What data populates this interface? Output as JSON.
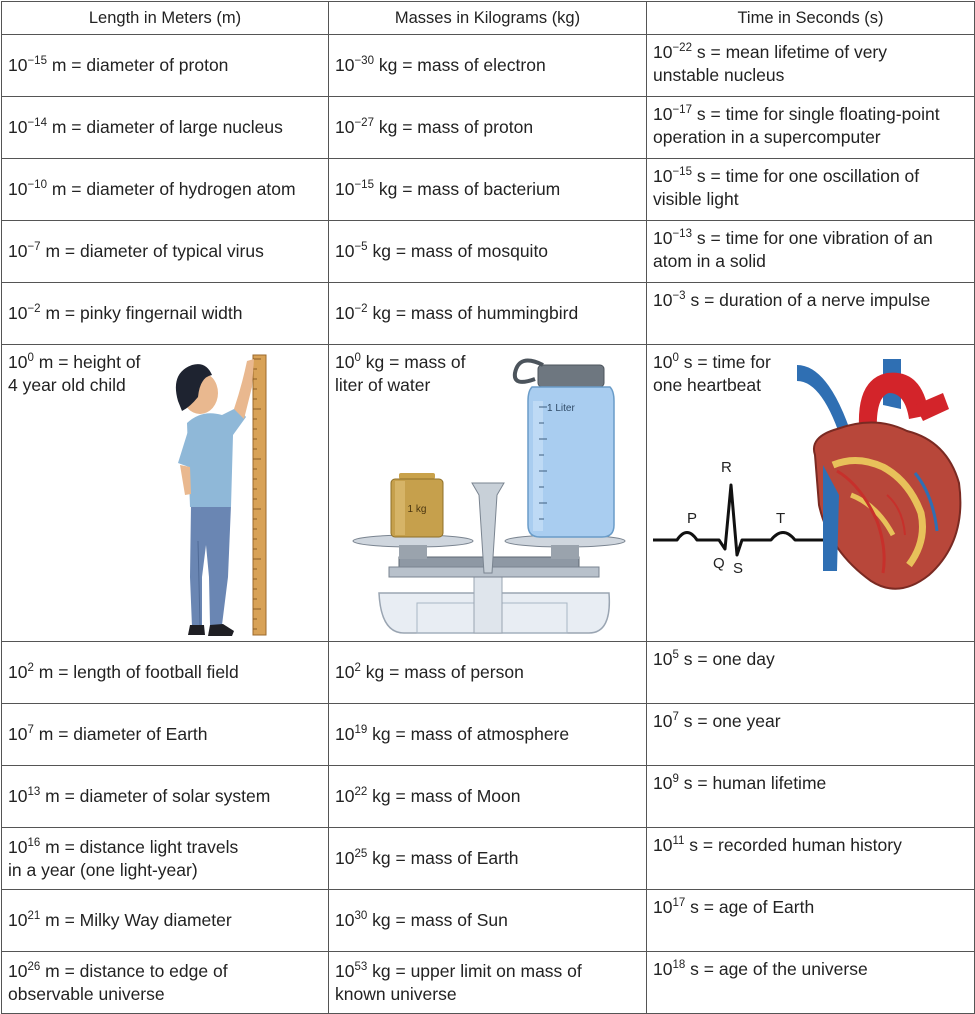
{
  "headers": {
    "length": "Length in Meters (m)",
    "mass": "Masses in Kilograms (kg)",
    "time": "Time in Seconds (s)"
  },
  "rows": [
    {
      "len": {
        "exp": "−15",
        "unit": "m",
        "text": "diameter of proton"
      },
      "mass": {
        "exp": "−30",
        "unit": "kg",
        "text": "mass of electron"
      },
      "time": {
        "exp": "−22",
        "unit": "s",
        "text": "mean lifetime of very",
        "text2": "unstable nucleus"
      }
    },
    {
      "len": {
        "exp": "−14",
        "unit": "m",
        "text": "diameter of large nucleus"
      },
      "mass": {
        "exp": "−27",
        "unit": "kg",
        "text": "mass of proton"
      },
      "time": {
        "exp": "−17",
        "unit": "s",
        "text": "time for single floating-point",
        "text2": "operation in a supercomputer"
      }
    },
    {
      "len": {
        "exp": "−10",
        "unit": "m",
        "text": "diameter of hydrogen atom"
      },
      "mass": {
        "exp": "−15",
        "unit": "kg",
        "text": "mass of bacterium"
      },
      "time": {
        "exp": "−15",
        "unit": "s",
        "text": "time for one oscillation of",
        "text2": "visible light"
      }
    },
    {
      "len": {
        "exp": "−7",
        "unit": "m",
        "text": "diameter of typical virus"
      },
      "mass": {
        "exp": "−5",
        "unit": "kg",
        "text": "mass of mosquito"
      },
      "time": {
        "exp": "−13",
        "unit": "s",
        "text": "time for one vibration of an",
        "text2": "atom in a solid"
      }
    },
    {
      "len": {
        "exp": "−2",
        "unit": "m",
        "text": "pinky fingernail width"
      },
      "mass": {
        "exp": "−2",
        "unit": "kg",
        "text": "mass of hummingbird"
      },
      "time": {
        "exp": "−3",
        "unit": "s",
        "text": "duration of a nerve impulse"
      }
    }
  ],
  "illus_row": {
    "len": {
      "exp": "0",
      "unit": "m",
      "text": "height of",
      "text2": "4 year old child"
    },
    "mass": {
      "exp": "0",
      "unit": "kg",
      "text": "mass of",
      "text2": "liter of water"
    },
    "time": {
      "exp": "0",
      "unit": "s",
      "text": "time for",
      "text2": "one heartbeat"
    },
    "weight_label": "1 kg",
    "bottle_label": "1 Liter",
    "ecg_labels": {
      "p": "P",
      "q": "Q",
      "r": "R",
      "s": "S",
      "t": "T"
    }
  },
  "rows2": [
    {
      "len": {
        "exp": "2",
        "unit": "m",
        "text": "length of football field"
      },
      "mass": {
        "exp": "2",
        "unit": "kg",
        "text": "mass of person"
      },
      "time": {
        "exp": "5",
        "unit": "s",
        "text": "one day"
      }
    },
    {
      "len": {
        "exp": "7",
        "unit": "m",
        "text": "diameter of Earth"
      },
      "mass": {
        "exp": "19",
        "unit": "kg",
        "text": "mass of atmosphere"
      },
      "time": {
        "exp": "7",
        "unit": "s",
        "text": "one year"
      }
    },
    {
      "len": {
        "exp": "13",
        "unit": "m",
        "text": "diameter of solar system"
      },
      "mass": {
        "exp": "22",
        "unit": "kg",
        "text": "mass of Moon"
      },
      "time": {
        "exp": "9",
        "unit": "s",
        "text": "human lifetime"
      }
    },
    {
      "len": {
        "exp": "16",
        "unit": "m",
        "text": "distance light travels",
        "text2": "in a year (one light-year)"
      },
      "mass": {
        "exp": "25",
        "unit": "kg",
        "text": "mass of Earth"
      },
      "time": {
        "exp": "11",
        "unit": "s",
        "text": "recorded human history"
      }
    },
    {
      "len": {
        "exp": "21",
        "unit": "m",
        "text": "Milky Way diameter"
      },
      "mass": {
        "exp": "30",
        "unit": "kg",
        "text": "mass of Sun"
      },
      "time": {
        "exp": "17",
        "unit": "s",
        "text": "age of Earth"
      }
    },
    {
      "len": {
        "exp": "26",
        "unit": "m",
        "text": "distance to edge of",
        "text2": "observable universe"
      },
      "mass": {
        "exp": "53",
        "unit": "kg",
        "text": "upper limit on mass of",
        "text2": "known universe"
      },
      "time": {
        "exp": "18",
        "unit": "s",
        "text": "age of the universe"
      }
    }
  ]
}
